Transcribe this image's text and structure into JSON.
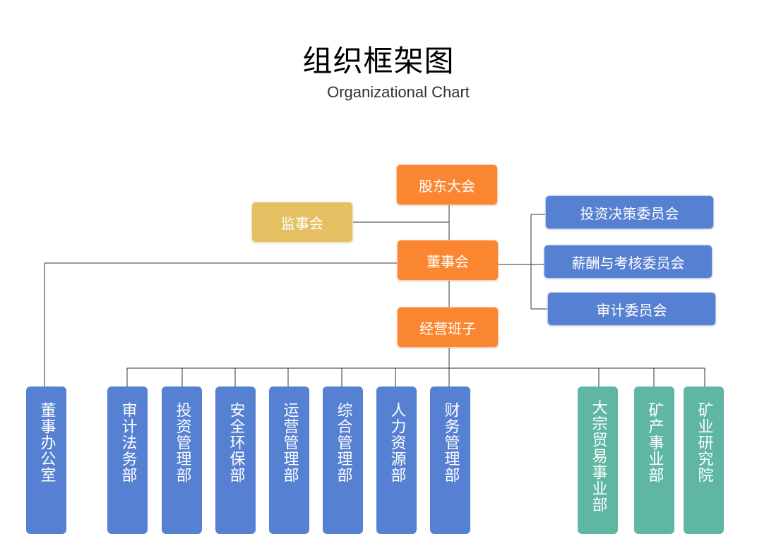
{
  "header": {
    "title": "组织框架图",
    "subtitle": "Organizational Chart"
  },
  "nodes": {
    "shareholders": "股东大会",
    "supervisors": "监事会",
    "board": "董事会",
    "investment_committee": "投资决策委员会",
    "compensation_committee": "薪酬与考核委员会",
    "audit_committee": "审计委员会",
    "management": "经营班子"
  },
  "departments": {
    "board_office": "董事办公室",
    "audit_legal": "审计法务部",
    "investment_mgmt": "投资管理部",
    "safety_env": "安全环保部",
    "operations_mgmt": "运营管理部",
    "general_mgmt": "综合管理部",
    "hr": "人力资源部",
    "finance_mgmt": "财务管理部",
    "bulk_trade": "大宗贸易事业部",
    "mining_business": "矿产事业部",
    "mining_institute": "矿业研究院"
  },
  "colors": {
    "orange": "#fb8631",
    "yellow": "#e5c062",
    "blue": "#5680d1",
    "green": "#5fb6a3",
    "line": "#333333"
  }
}
